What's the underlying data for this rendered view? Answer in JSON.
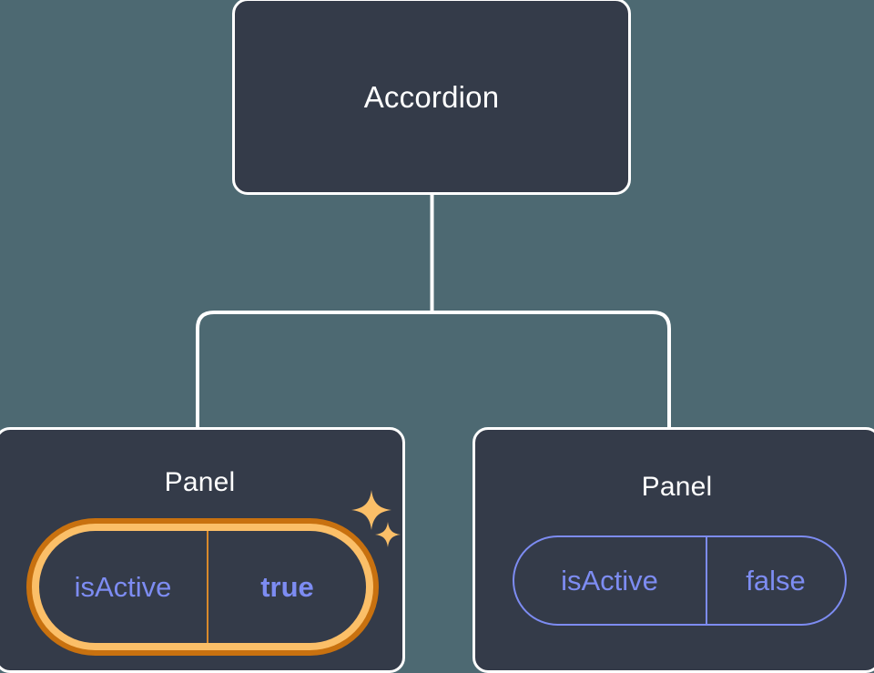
{
  "diagram": {
    "type": "component-tree",
    "background_color": "#4d6972",
    "node_fill": "#343b49",
    "node_border": "#ffffff",
    "connector_color": "#ffffff",
    "accent_highlight": "#fbbf68",
    "accent_highlight_outer": "#c8710f",
    "prop_text_color": "#7d8cf2",
    "root": {
      "title": "Accordion"
    },
    "children": [
      {
        "title": "Panel",
        "highlighted": true,
        "prop": {
          "key": "isActive",
          "value": "true"
        },
        "sparkle_large": "sparkle-icon",
        "sparkle_small": "sparkle-icon"
      },
      {
        "title": "Panel",
        "highlighted": false,
        "prop": {
          "key": "isActive",
          "value": "false"
        }
      }
    ]
  }
}
